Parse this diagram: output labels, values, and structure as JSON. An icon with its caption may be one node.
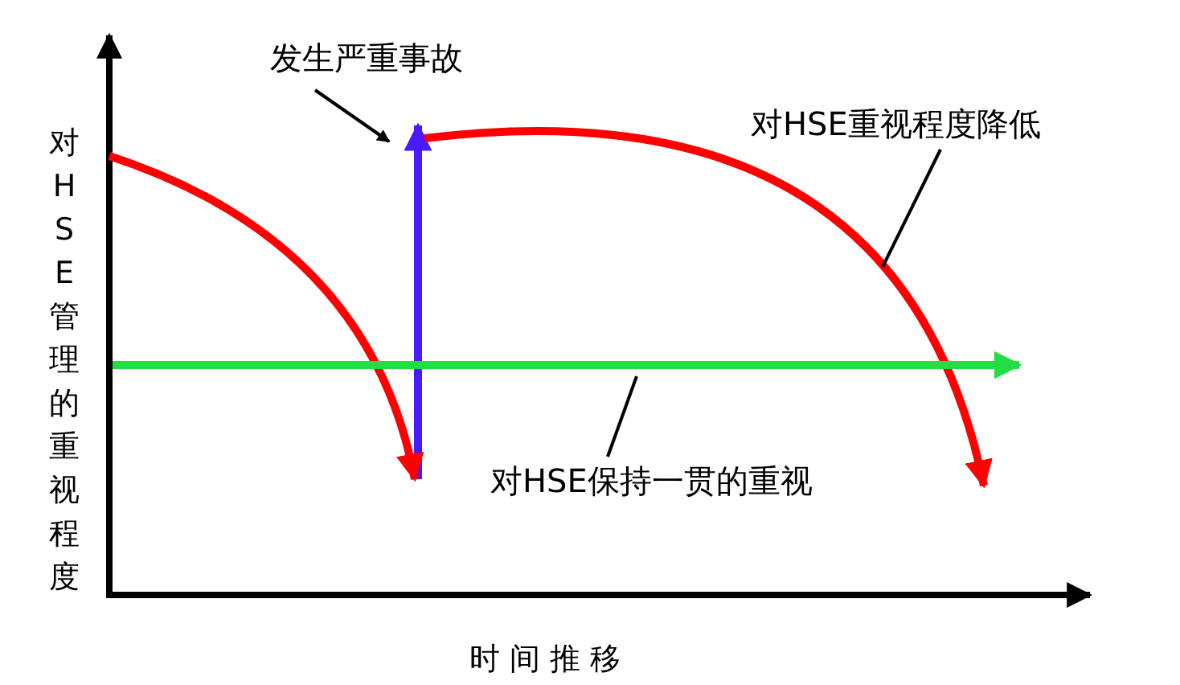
{
  "diagram": {
    "nodes": [
      {
        "text": [
          "发生严重事故"
        ]
      },
      {
        "text": [],
        "shape": "arrow"
      },
      {
        "text": [
          "对HSE重视程度降低"
        ]
      },
      {
        "text": [],
        "shape": "curve"
      },
      {
        "text": [],
        "shape": "curve"
      },
      {
        "text": [
          "对HSE保持一贯的重视"
        ]
      },
      {
        "text": [],
        "shape": "arrow"
      }
    ],
    "edges": [
      {
        "from": 0,
        "to": 1,
        "arrow": "to"
      },
      {
        "from": 2,
        "to": 4,
        "arrow": "none"
      },
      {
        "from": 5,
        "to": 6,
        "arrow": "none"
      }
    ],
    "labels": [
      "对HSE管理的重视程度",
      "时间推移"
    ]
  }
}
